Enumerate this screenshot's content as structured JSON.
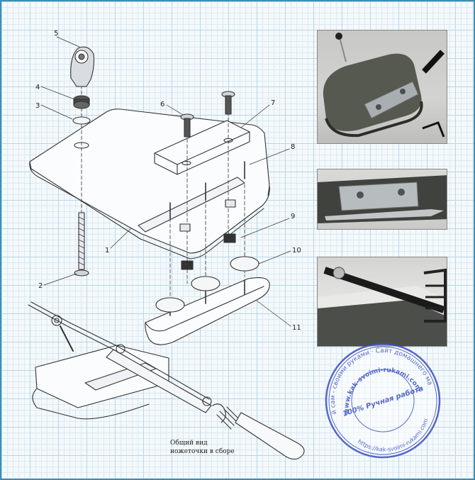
{
  "part_labels": [
    "1",
    "2",
    "3",
    "4",
    "5",
    "6",
    "7",
    "8",
    "9",
    "10",
    "11"
  ],
  "caption": {
    "line1": "Общий вид",
    "line2": "ножеточки в сборе"
  },
  "stamp": {
    "outer_text": "Сделай сам - своими руками · Сайт домашнего мастера",
    "url_text": "www.kak-svoimi-rukami.com",
    "center_text": "100% Ручная работа",
    "bottom_text": "https://kak-svoimi-rukami.com",
    "color": "#3a4fc0"
  },
  "colors": {
    "grid": "#b9d6e6",
    "frame": "#3b8fb5",
    "line": "#333333"
  }
}
